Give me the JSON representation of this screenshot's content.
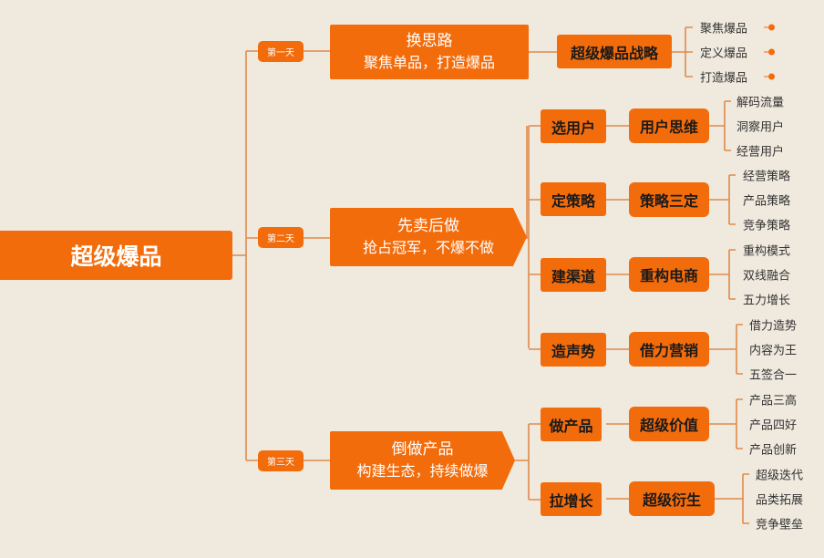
{
  "root": "超级爆品",
  "days": [
    {
      "label": "第一天",
      "title": "换思路",
      "subtitle": "聚焦单品，打造爆品",
      "branches": [
        {
          "name": "超级爆品战略",
          "leaves": [
            "聚焦爆品",
            "定义爆品",
            "打造爆品"
          ]
        }
      ]
    },
    {
      "label": "第二天",
      "title": "先卖后做",
      "subtitle": "抢占冠军，不爆不做",
      "branches": [
        {
          "name": "选用户",
          "sub": "用户思维",
          "leaves": [
            "解码流量",
            "洞察用户",
            "经营用户"
          ]
        },
        {
          "name": "定策略",
          "sub": "策略三定",
          "leaves": [
            "经营策略",
            "产品策略",
            "竞争策略"
          ]
        },
        {
          "name": "建渠道",
          "sub": "重构电商",
          "leaves": [
            "重构模式",
            "双线融合",
            "五力增长"
          ]
        },
        {
          "name": "造声势",
          "sub": "借力营销",
          "leaves": [
            "借力造势",
            "内容为王",
            "五签合一"
          ]
        }
      ]
    },
    {
      "label": "第三天",
      "title": "倒做产品",
      "subtitle": "构建生态，持续做爆",
      "branches": [
        {
          "name": "做产品",
          "sub": "超级价值",
          "leaves": [
            "产品三高",
            "产品四好",
            "产品创新"
          ]
        },
        {
          "name": "拉增长",
          "sub": "超级衍生",
          "leaves": [
            "超级迭代",
            "品类拓展",
            "竞争壁垒"
          ]
        }
      ]
    }
  ],
  "colors": {
    "accent": "#f36c0c",
    "background": "#efe9de",
    "line": "#e08a4a"
  }
}
